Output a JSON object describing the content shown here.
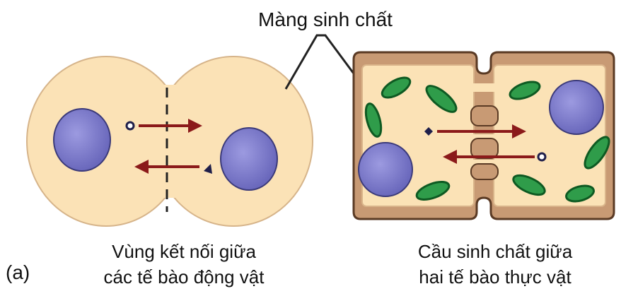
{
  "labels": {
    "membrane": "Màng sinh chất",
    "panel": "(a)"
  },
  "animal_caption": {
    "line1": "Vùng kết nối giữa",
    "line2": "các tế bào động vật"
  },
  "plant_caption": {
    "line1": "Cầu sinh chất giữa",
    "line2": "hai tế bào thực vật"
  },
  "colors": {
    "cytoplasm": "#fbe2b6",
    "cell_outline": "#c89a6e",
    "nucleus": "#7a78c8",
    "nucleus_outline": "#3b3a7a",
    "chloroplast": "#2f9c4a",
    "chloroplast_outline": "#0e5a22",
    "cell_wall": "#c89a74",
    "cell_wall_outline": "#5a3a24",
    "arrow": "#8b1a1a"
  }
}
